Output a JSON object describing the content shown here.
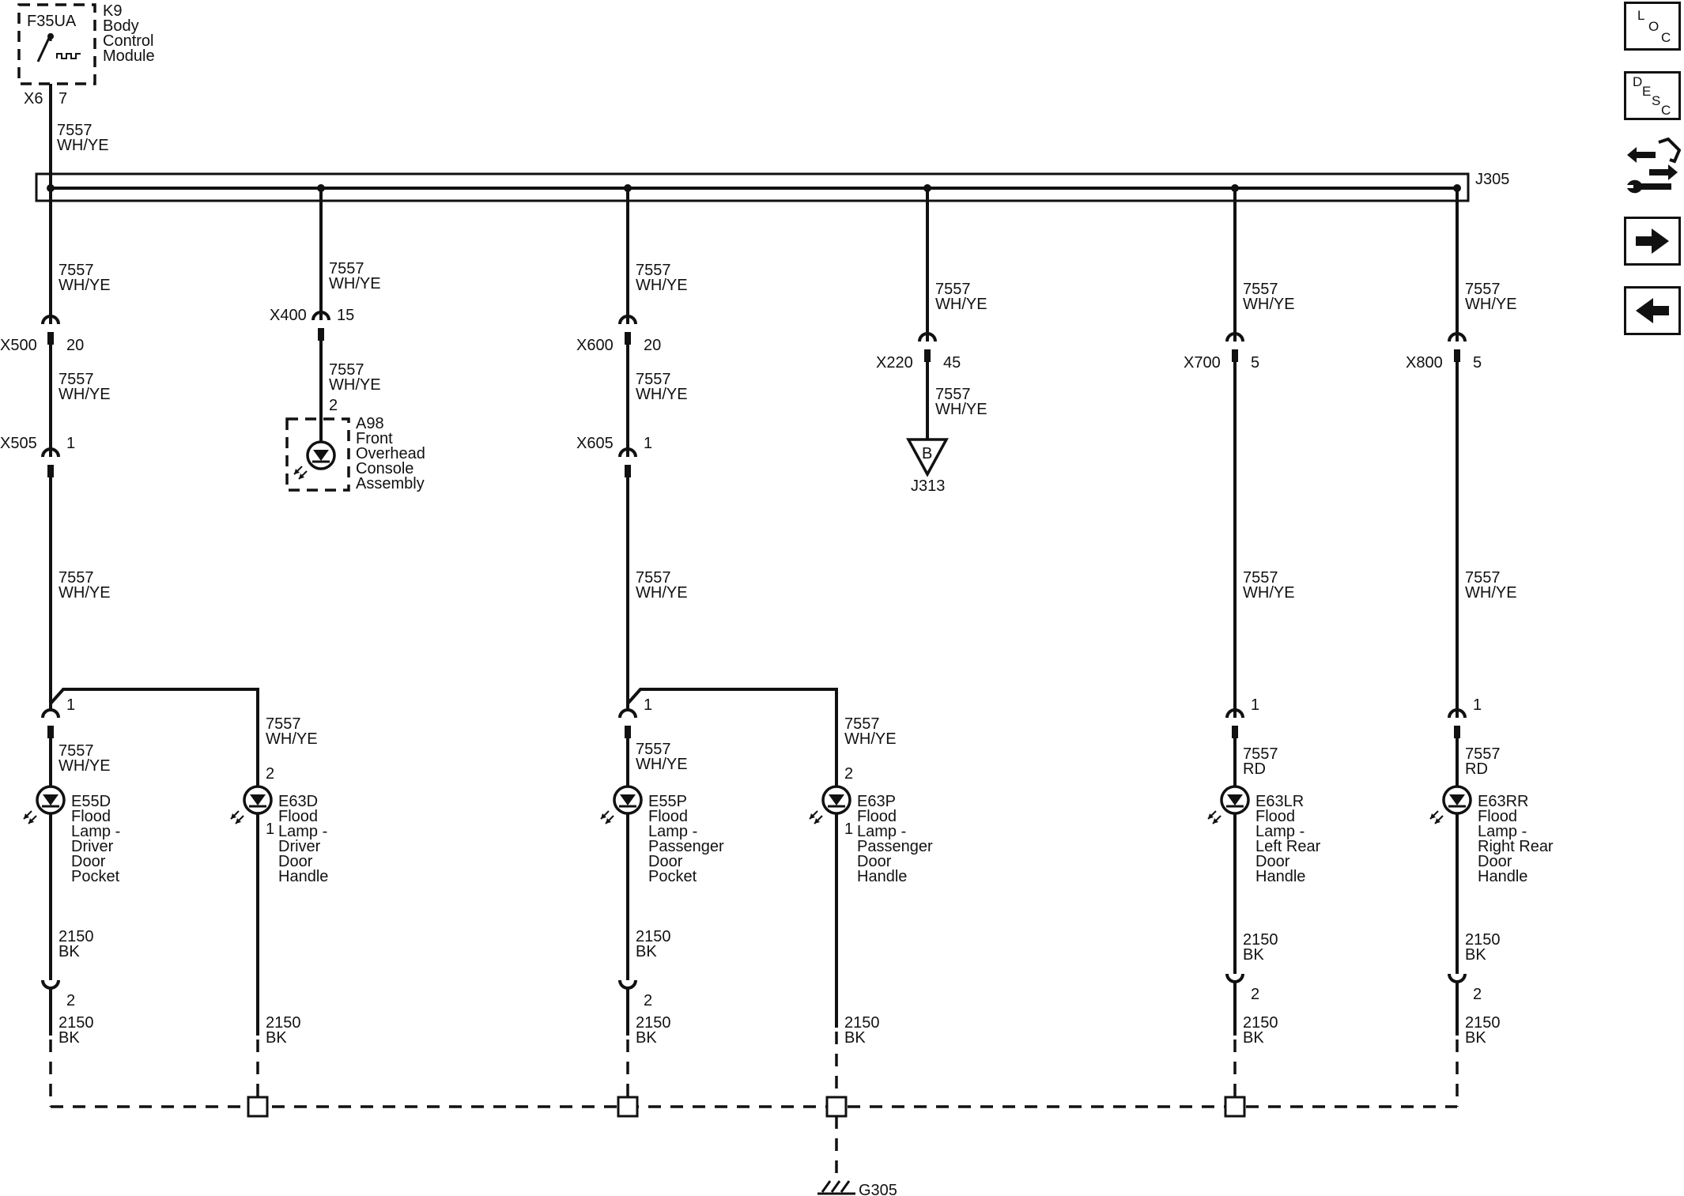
{
  "bcm": {
    "ref": "K9",
    "name_lines": [
      "Body",
      "Control",
      "Module"
    ],
    "internal": "F35UA",
    "connector": "X6",
    "pin": "7"
  },
  "feed": {
    "circuit": "7557",
    "color": "WH/YE"
  },
  "splice": {
    "ref": "J305"
  },
  "inline_splice": {
    "ref": "J313",
    "letter": "B"
  },
  "ground": {
    "ref": "G305"
  },
  "branches": {
    "b1": {
      "w1": [
        "7557",
        "WH/YE"
      ],
      "conn1": [
        "X500",
        "20"
      ],
      "w2": [
        "7557",
        "WH/YE"
      ],
      "conn2": [
        "X505",
        "1"
      ],
      "w3": [
        "7557",
        "WH/YE"
      ],
      "lampA": {
        "pin_in": "1",
        "wire_in": [
          "7557",
          "WH/YE"
        ],
        "ref": "E55D",
        "name_lines": [
          "Flood",
          "Lamp -",
          "Driver",
          "Door",
          "Pocket"
        ],
        "wire_out": [
          "2150",
          "BK"
        ],
        "pin_out": "2",
        "ground_wire": [
          "2150",
          "BK"
        ]
      },
      "lampB": {
        "wire_in": [
          "7557",
          "WH/YE"
        ],
        "pin_in": "2",
        "ref": "E63D",
        "name_lines": [
          "Flood",
          "Lamp -",
          "Driver",
          "Door",
          "Handle"
        ],
        "pin_out": "1",
        "ground_wire": [
          "2150",
          "BK"
        ]
      }
    },
    "b2": {
      "w1": [
        "7557",
        "WH/YE"
      ],
      "conn1": [
        "X400",
        "15"
      ],
      "w2": [
        "7557",
        "WH/YE"
      ],
      "pin": "2",
      "ref": "A98",
      "name_lines": [
        "Front",
        "Overhead",
        "Console",
        "Assembly"
      ]
    },
    "b3": {
      "w1": [
        "7557",
        "WH/YE"
      ],
      "conn1": [
        "X600",
        "20"
      ],
      "w2": [
        "7557",
        "WH/YE"
      ],
      "conn2": [
        "X605",
        "1"
      ],
      "w3": [
        "7557",
        "WH/YE"
      ],
      "lampA": {
        "pin_in": "1",
        "wire_in": [
          "7557",
          "WH/YE"
        ],
        "ref": "E55P",
        "name_lines": [
          "Flood",
          "Lamp -",
          "Passenger",
          "Door",
          "Pocket"
        ],
        "wire_out": [
          "2150",
          "BK"
        ],
        "pin_out": "2",
        "ground_wire": [
          "2150",
          "BK"
        ]
      },
      "lampB": {
        "wire_in": [
          "7557",
          "WH/YE"
        ],
        "pin_in": "2",
        "ref": "E63P",
        "name_lines": [
          "Flood",
          "Lamp -",
          "Passenger",
          "Door",
          "Handle"
        ],
        "pin_out": "1",
        "ground_wire": [
          "2150",
          "BK"
        ]
      }
    },
    "b4": {
      "w1": [
        "7557",
        "WH/YE"
      ],
      "conn1": [
        "X220",
        "45"
      ],
      "w2": [
        "7557",
        "WH/YE"
      ]
    },
    "b5": {
      "w1": [
        "7557",
        "WH/YE"
      ],
      "conn1": [
        "X700",
        "5"
      ],
      "w3": [
        "7557",
        "WH/YE"
      ],
      "lamp": {
        "pin_in": "1",
        "wire_in": [
          "7557",
          "RD"
        ],
        "ref": "E63LR",
        "name_lines": [
          "Flood",
          "Lamp -",
          "Left Rear",
          "Door",
          "Handle"
        ],
        "wire_out": [
          "2150",
          "BK"
        ],
        "pin_out": "2",
        "ground_wire": [
          "2150",
          "BK"
        ]
      }
    },
    "b6": {
      "w1": [
        "7557",
        "WH/YE"
      ],
      "conn1": [
        "X800",
        "5"
      ],
      "w3": [
        "7557",
        "WH/YE"
      ],
      "lamp": {
        "pin_in": "1",
        "wire_in": [
          "7557",
          "RD"
        ],
        "ref": "E63RR",
        "name_lines": [
          "Flood",
          "Lamp -",
          "Right Rear",
          "Door",
          "Handle"
        ],
        "wire_out": [
          "2150",
          "BK"
        ],
        "pin_out": "2",
        "ground_wire": [
          "2150",
          "BK"
        ]
      }
    }
  },
  "nav": {
    "loc": {
      "letters": [
        "L",
        "O",
        "C"
      ]
    },
    "desc": {
      "letters": [
        "D",
        "E",
        "S",
        "C"
      ]
    },
    "icons": [
      "connector-wrench-icon",
      "arrow-right-icon",
      "arrow-left-icon"
    ]
  }
}
